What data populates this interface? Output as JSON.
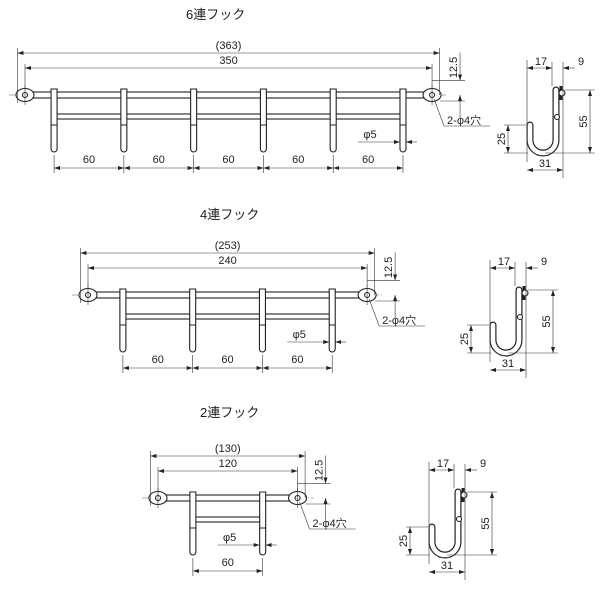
{
  "drawings": [
    {
      "title": "6連フック",
      "hook_count": 6,
      "overall_length": "(363)",
      "hole_pitch": "350",
      "hook_pitch": "60",
      "hole_offset": "12.5",
      "hook_diameter": "φ5",
      "mount_holes": "2-φ4穴",
      "side": {
        "depth": "17",
        "plate": "9",
        "height": "55",
        "tip_height": "25",
        "width": "31"
      }
    },
    {
      "title": "4連フック",
      "hook_count": 4,
      "overall_length": "(253)",
      "hole_pitch": "240",
      "hook_pitch": "60",
      "hole_offset": "12.5",
      "hook_diameter": "φ5",
      "mount_holes": "2-φ4穴",
      "side": {
        "depth": "17",
        "plate": "9",
        "height": "55",
        "tip_height": "25",
        "width": "31"
      }
    },
    {
      "title": "2連フック",
      "hook_count": 2,
      "overall_length": "(130)",
      "hole_pitch": "120",
      "hook_pitch": "60",
      "hole_offset": "12.5",
      "hook_diameter": "φ5",
      "mount_holes": "2-φ4穴",
      "side": {
        "depth": "17",
        "plate": "9",
        "height": "55",
        "tip_height": "25",
        "width": "31"
      }
    }
  ]
}
